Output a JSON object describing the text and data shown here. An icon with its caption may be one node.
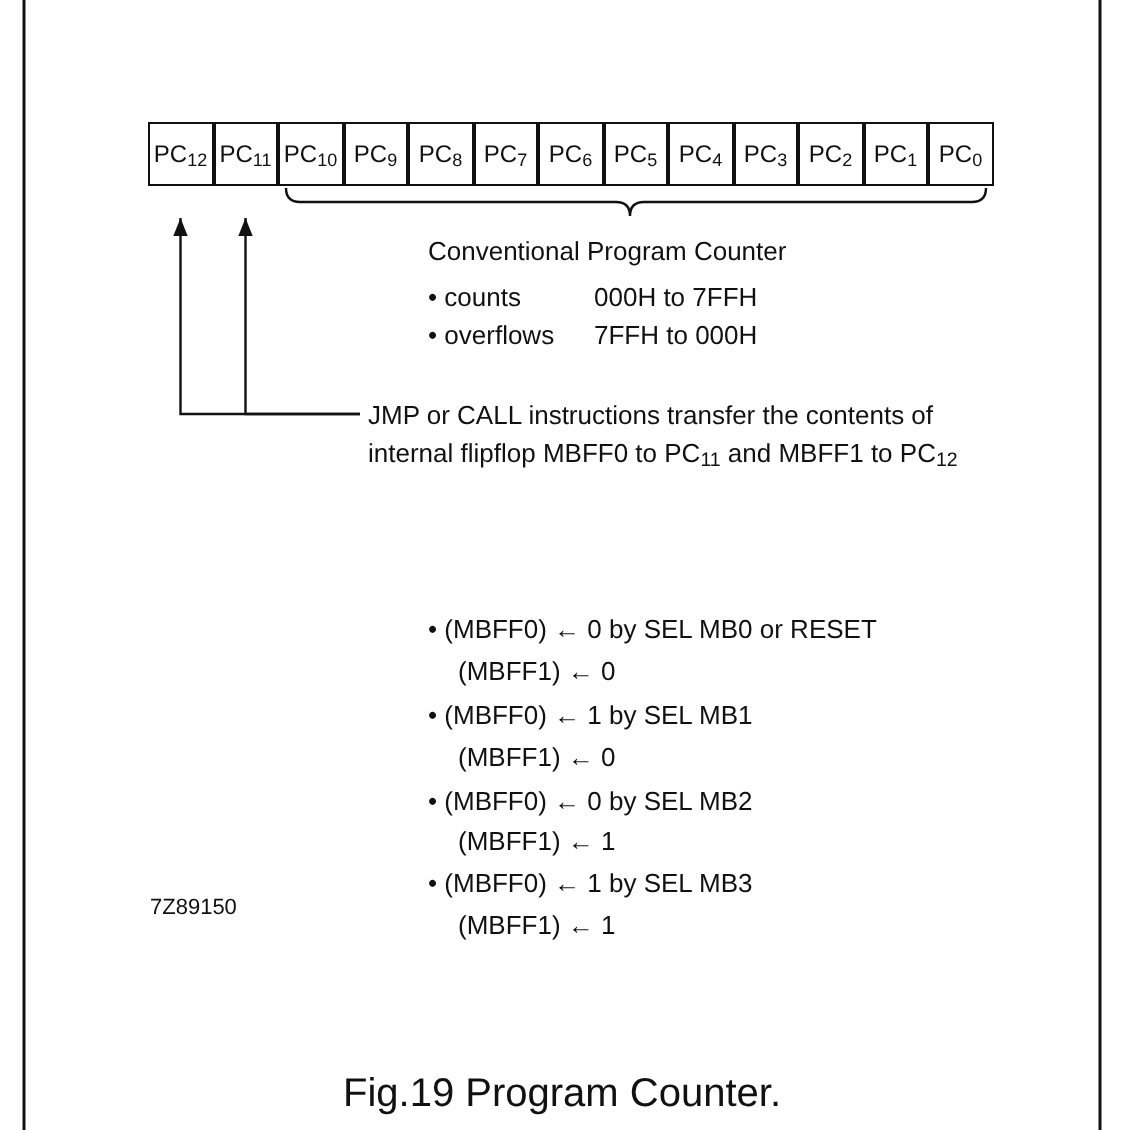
{
  "diagram": {
    "caption": "Fig.19 Program Counter.",
    "nodes": [
      {
        "text": [
          "PC$_{12}$"
        ]
      },
      {
        "text": [
          "PC$_{11}$"
        ]
      },
      {
        "text": [
          "PC$_{10}$"
        ]
      },
      {
        "text": [
          "PC$_{9}$"
        ]
      },
      {
        "text": [
          "PC$_{8}$"
        ]
      },
      {
        "text": [
          "PC$_{7}$"
        ]
      },
      {
        "text": [
          "PC$_{6}$"
        ]
      },
      {
        "text": [
          "PC$_{5}$"
        ]
      },
      {
        "text": [
          "PC$_{4}$"
        ]
      },
      {
        "text": [
          "PC$_{3}$"
        ]
      },
      {
        "text": [
          "PC$_{2}$"
        ]
      },
      {
        "text": [
          "PC$_{1}$"
        ]
      },
      {
        "text": [
          "PC$_{0}$"
        ]
      },
      {
        "text": [
          "JMP or CALL instructions transfer the contents of internal flipflop MBFF0 to PC$_{11}$ and MBFF1 to PC$_{12}$"
        ]
      }
    ],
    "edges": [
      {
        "from": 13,
        "to": 0,
        "arrow": "to"
      },
      {
        "from": 13,
        "to": 1,
        "arrow": "to"
      }
    ],
    "labels": [
      "Conventional Program Counter",
      "• counts",
      "000H to 7FFH",
      "• overflows",
      "7FFH to 000H",
      "• (MBFF0) ← 0 by SEL MB0 or RESET",
      "(MBFF1) ← 0",
      "• (MBFF0) ← 1 by SEL MB1",
      "(MBFF1) ← 0",
      "• (MBFF0) ← 0 by SEL MB2",
      "(MBFF1) ← 1",
      "• (MBFF0) ← 1 by SEL MB3",
      "7Z89150",
      "(MBFF1) ← 1"
    ]
  }
}
